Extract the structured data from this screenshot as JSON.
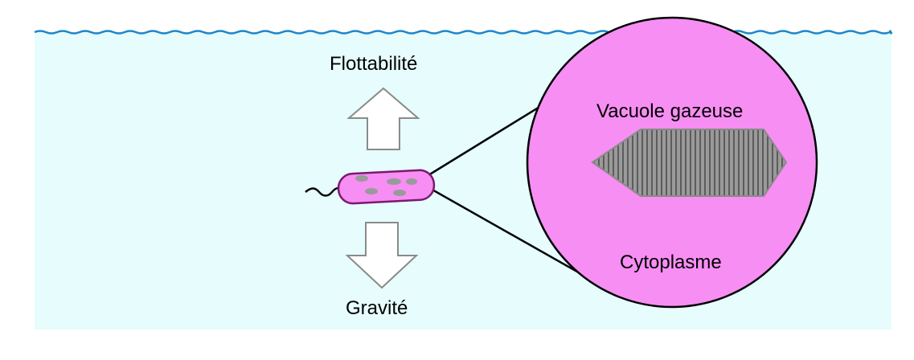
{
  "labels": {
    "buoyancy": "Flottabilité",
    "gravity": "Gravité",
    "gas_vacuole": "Vacuole gazeuse",
    "cytoplasm": "Cytoplasme"
  },
  "colors": {
    "water": "#e6fcfd",
    "wave": "#1f86c9",
    "cell_fill": "#f78ef3",
    "cell_outline": "#7a1a6e",
    "vacuole_fill": "#8a8a8a",
    "arrow_stroke": "#8a8a8a",
    "line": "#000000"
  }
}
